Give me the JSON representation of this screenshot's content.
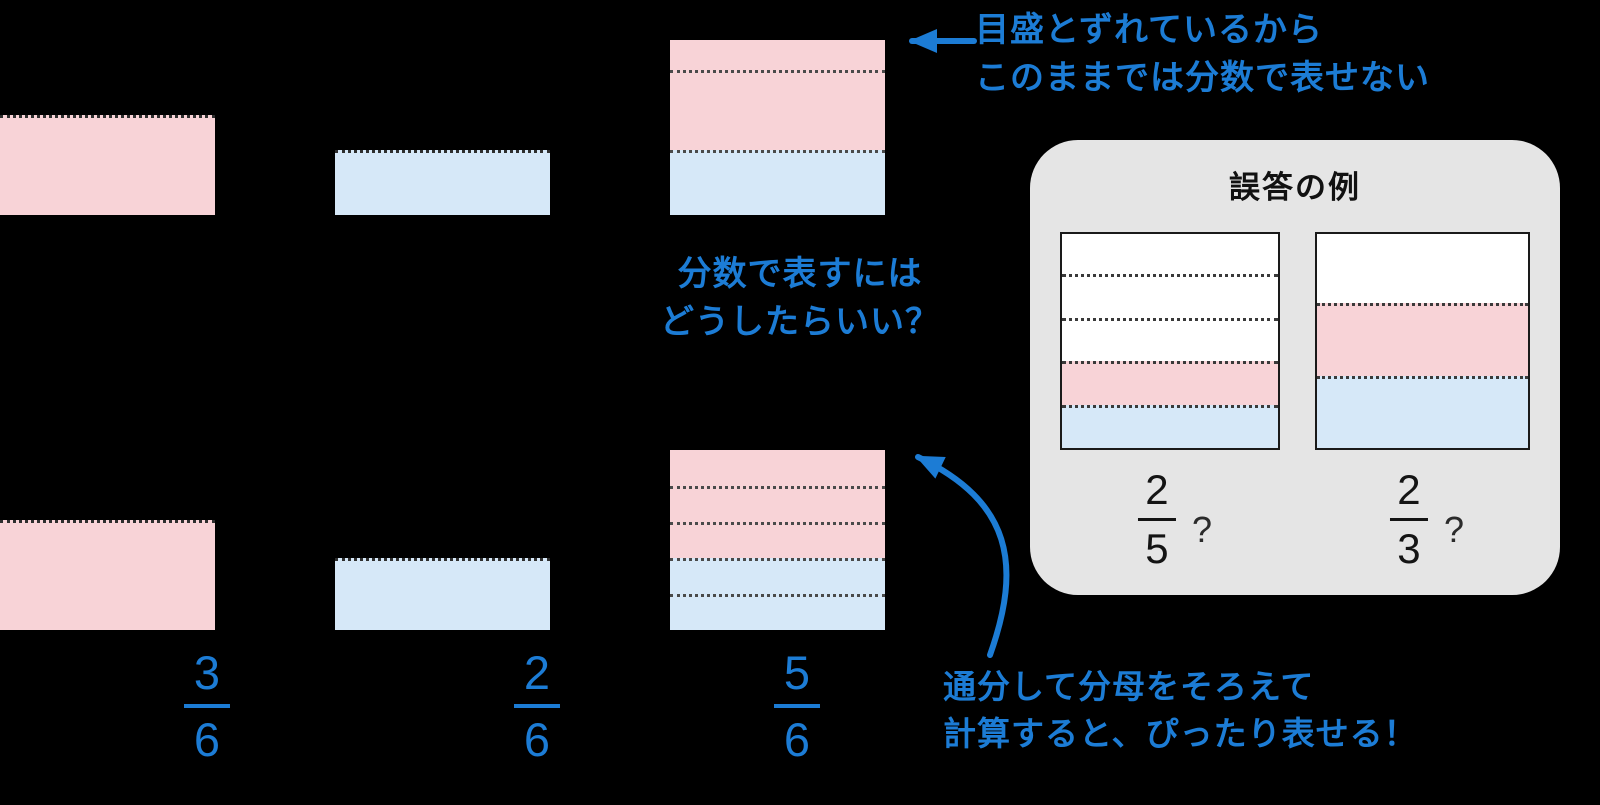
{
  "notes": {
    "misaligned": {
      "line1": "目盛とずれているから",
      "line2": "このままでは分数で表せない"
    },
    "question": {
      "line1": "分数で表すには",
      "line2": "どうしたらいい？"
    },
    "solution": {
      "line1": "通分して分母をそろえて",
      "line2": "計算すると、ぴったり表せる！"
    }
  },
  "labels": {
    "first": {
      "num": "3",
      "den": "6"
    },
    "second": {
      "num": "2",
      "den": "6"
    },
    "sum": {
      "num": "5",
      "den": "6"
    }
  },
  "error_box": {
    "title": "誤答の例",
    "examples": [
      {
        "num": "2",
        "den": "5",
        "mark": "?"
      },
      {
        "num": "2",
        "den": "3",
        "mark": "?"
      }
    ]
  },
  "colors": {
    "pink": "#f8d3d7",
    "light_blue": "#d6e8f8",
    "accent_blue": "#1c7cd5",
    "panel_gray": "#e5e5e5",
    "background": "#000000"
  }
}
